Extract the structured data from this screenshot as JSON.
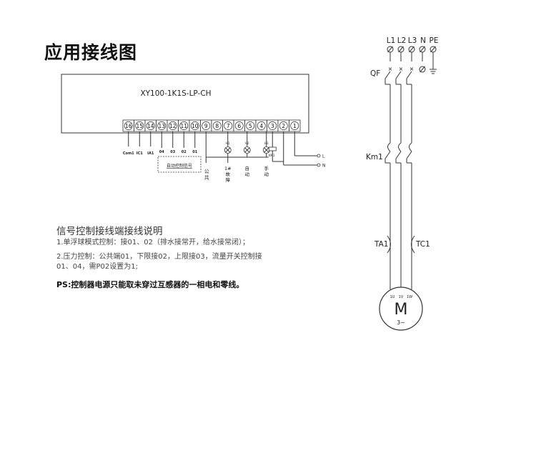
{
  "title": "应用接线图",
  "controller": {
    "model": "XY100-1K1S-LP-CH",
    "terminals": [
      "16",
      "15",
      "14",
      "13",
      "12",
      "11",
      "10",
      "9",
      "8",
      "7",
      "6",
      "5",
      "4",
      "3",
      "2",
      "1"
    ],
    "signal_labels": [
      "Com1",
      "IC1",
      "IA1",
      "04",
      "03",
      "02",
      "01"
    ],
    "auto_signal_box": "自动控制信号",
    "common_label": [
      "公",
      "共"
    ],
    "lamps": [
      {
        "tag": "H1",
        "label": [
          "1#",
          "故",
          "障"
        ]
      },
      {
        "tag": "H2",
        "label": [
          "自",
          "动"
        ]
      },
      {
        "tag": "H3",
        "label": [
          "手",
          "动"
        ]
      }
    ],
    "coil_tag": "KM1",
    "supply": [
      "L",
      "N"
    ]
  },
  "power_circuit": {
    "phases": [
      "L1",
      "L2",
      "L3",
      "N",
      "PE"
    ],
    "breaker": "QF",
    "contactor": "Km1",
    "ct_left": "TA1",
    "ct_right": "TC1",
    "motor_symbol": "M",
    "motor_type": "3~",
    "motor_terminals": [
      "1U",
      "1V",
      "1W"
    ]
  },
  "notes": {
    "heading": "信号控制接线端接线说明",
    "item1": "1.单浮球模式控制：接01、02（排水接常开，给水接常闭）；",
    "item2a": "2.压力控制：公共端01，下限接02，上限接03，流量开关控制接",
    "item2b": "01、04，需P02设置为1;",
    "ps": "PS:控制器电源只能取未穿过互感器的一相电和零线。"
  }
}
